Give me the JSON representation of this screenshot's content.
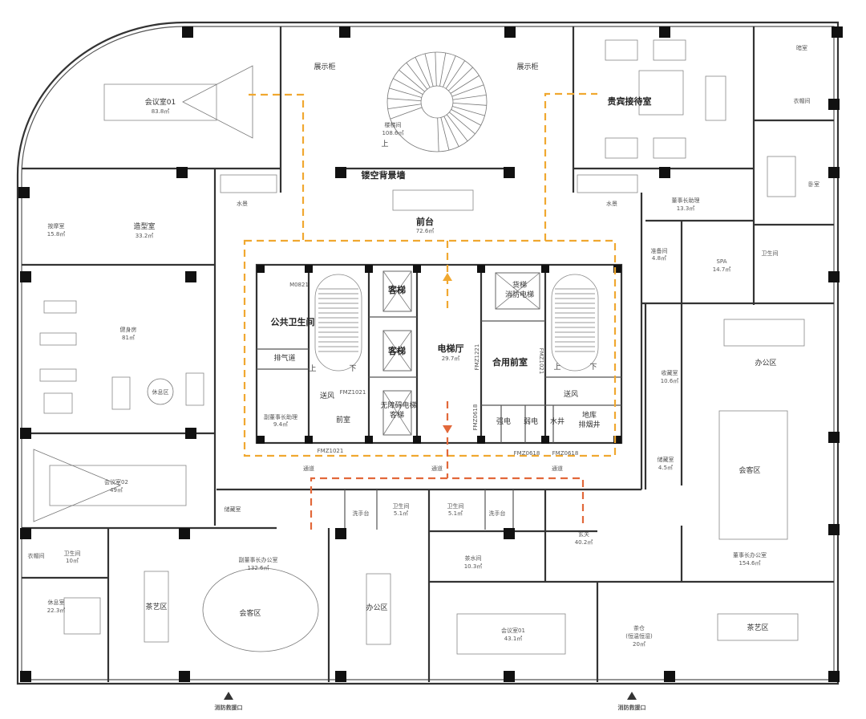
{
  "colors": {
    "route_main": "#f0a830",
    "route_secondary": "#e2683a",
    "wall": "#333333",
    "column": "#111111"
  },
  "rooms": [
    {
      "name": "会议室01",
      "area": "83.8㎡"
    },
    {
      "name": "展示柜"
    },
    {
      "name": "展示柜"
    },
    {
      "name": "楼梯间",
      "area": "108.6㎡"
    },
    {
      "name": "镂空背景墙"
    },
    {
      "name": "前台",
      "area": "72.6㎡"
    },
    {
      "name": "贵宾接待室"
    },
    {
      "name": "暗室"
    },
    {
      "name": "衣帽间"
    },
    {
      "name": "卧室"
    },
    {
      "name": "董事长助理",
      "area": "13.3㎡"
    },
    {
      "name": "水景"
    },
    {
      "name": "水景"
    },
    {
      "name": "按摩室",
      "area": "15.8㎡"
    },
    {
      "name": "造型室",
      "area": "33.2㎡"
    },
    {
      "name": "健身房",
      "area": "81㎡"
    },
    {
      "name": "休息区"
    },
    {
      "name": "卫生间"
    },
    {
      "name": "SPA",
      "area": "14.7㎡"
    },
    {
      "name": "准备间",
      "area": "4.8㎡"
    },
    {
      "name": "办公区"
    },
    {
      "name": "收藏室",
      "area": "10.6㎡"
    },
    {
      "name": "储藏室",
      "area": "4.5㎡"
    },
    {
      "name": "会客区"
    },
    {
      "name": "会议室02",
      "area": "49㎡"
    },
    {
      "name": "储藏室"
    },
    {
      "name": "洗手台"
    },
    {
      "name": "卫生间",
      "area": "5.1㎡"
    },
    {
      "name": "卫生间",
      "area": "5.1㎡"
    },
    {
      "name": "洗手台"
    },
    {
      "name": "茶水间",
      "area": "10.3㎡"
    },
    {
      "name": "玄关",
      "area": "40.2㎡"
    },
    {
      "name": "衣帽间"
    },
    {
      "name": "卫生间",
      "area": "10㎡"
    },
    {
      "name": "休息室",
      "area": "22.3㎡"
    },
    {
      "name": "茶艺区"
    },
    {
      "name": "副董事长办公室",
      "area": "132.6㎡"
    },
    {
      "name": "会客区"
    },
    {
      "name": "办公区"
    },
    {
      "name": "会议室01",
      "area": "43.1㎡"
    },
    {
      "name": "茶仓",
      "sub": "(恒温恒湿)",
      "area": "20㎡"
    },
    {
      "name": "董事长办公室",
      "area": "154.6㎡"
    },
    {
      "name": "茶艺区"
    }
  ],
  "core": {
    "public_wc": "公共卫生间",
    "exhaust": "排气道",
    "door_m0821": "M0821",
    "assistant": "副董事长助理",
    "assistant_area": "9.4㎡",
    "supply_air_1": "送风",
    "supply_air_2": "送风",
    "anteroom": "前室",
    "door_fmz1021_a": "FMZ1021",
    "door_fmz1021_b": "FMZ1021",
    "door_fmz1021_c": "FMZ1021",
    "door_fmz1221": "FMZ1221",
    "door_fmz0618_a": "FMZ0618",
    "door_fmz0618_b": "FMZ0618",
    "door_fmz0618_c": "FMZ0618",
    "lift_1": "客梯",
    "lift_2": "客梯",
    "lift_3a": "无障碍电梯",
    "lift_3b": "客梯",
    "freight_a": "货梯",
    "freight_b": "消防电梯",
    "lobby": "电梯厅",
    "lobby_area": "29.7㎡",
    "shared_anteroom": "合用前室",
    "strong_elec": "强电",
    "weak_elec": "弱电",
    "water_shaft": "水井",
    "smoke_a": "地库",
    "smoke_b": "排烟井",
    "up_1": "上",
    "down_1": "下",
    "up_2": "上",
    "down_2": "下",
    "stair_up": "上"
  },
  "corridors": [
    "通道",
    "通道",
    "通道"
  ],
  "rescue_openings": [
    "消防救援口",
    "消防救援口"
  ]
}
